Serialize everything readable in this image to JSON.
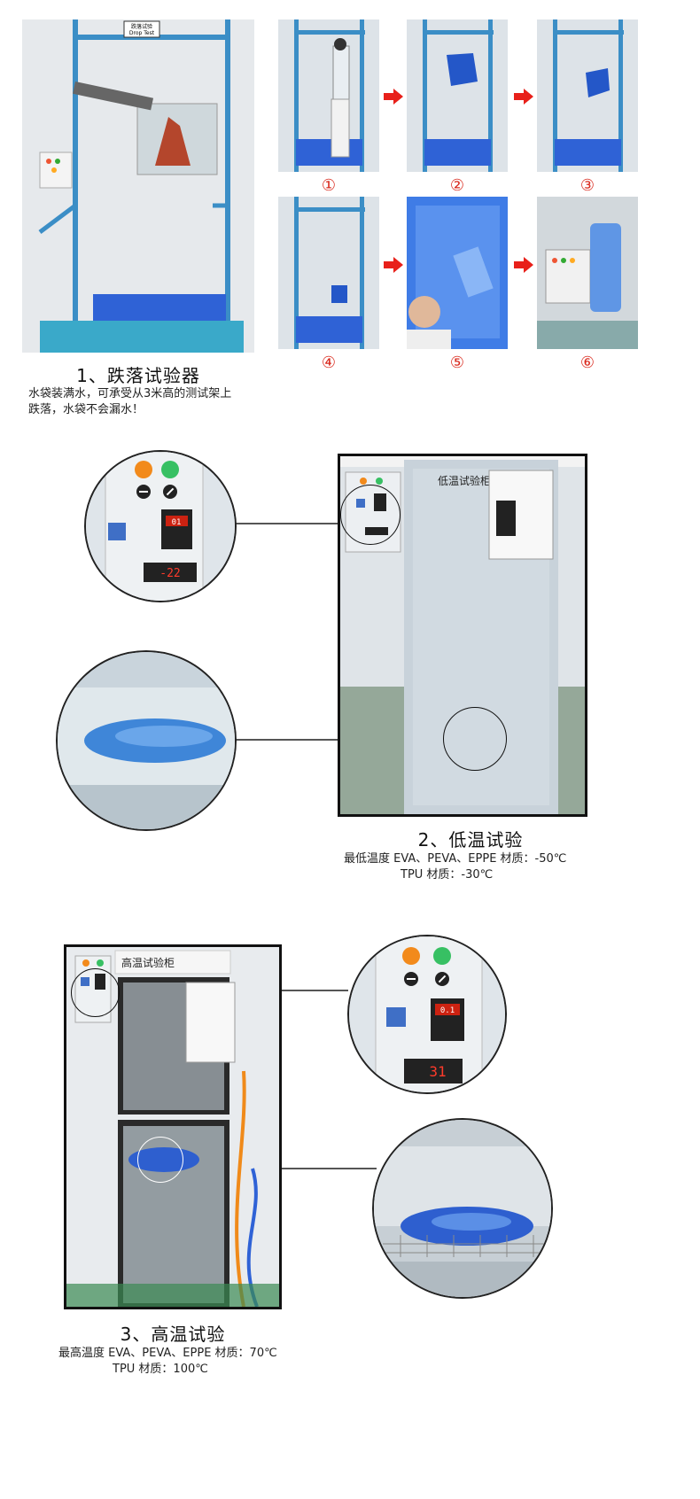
{
  "section1": {
    "title": "1、跌落试验器",
    "desc_line1": "水袋装满水，可承受从3米高的测试架上",
    "desc_line2": "跌落，水袋不会漏水！",
    "sign_text_1": "跌落试验",
    "sign_text_2": "Drop Test",
    "steps": [
      "①",
      "②",
      "③",
      "④",
      "⑤",
      "⑥"
    ],
    "arrow_color": "#e8201a",
    "frame_color": "#2a7fb8"
  },
  "section2": {
    "title": "2、低温试验",
    "line1": "最低温度 EVA、PEVA、EPPE 材质：-50℃",
    "line2": "TPU 材质：-30℃",
    "cabinet_label": "低温试验柜",
    "display_value": "-22",
    "timer_value": "01"
  },
  "section3": {
    "title": "3、高温试验",
    "line1": "最高温度 EVA、PEVA、EPPE 材质：70℃",
    "line2": "TPU 材质：100℃",
    "cabinet_label": "高温试验柜",
    "display_value": "31",
    "timer_value": "0.1"
  }
}
